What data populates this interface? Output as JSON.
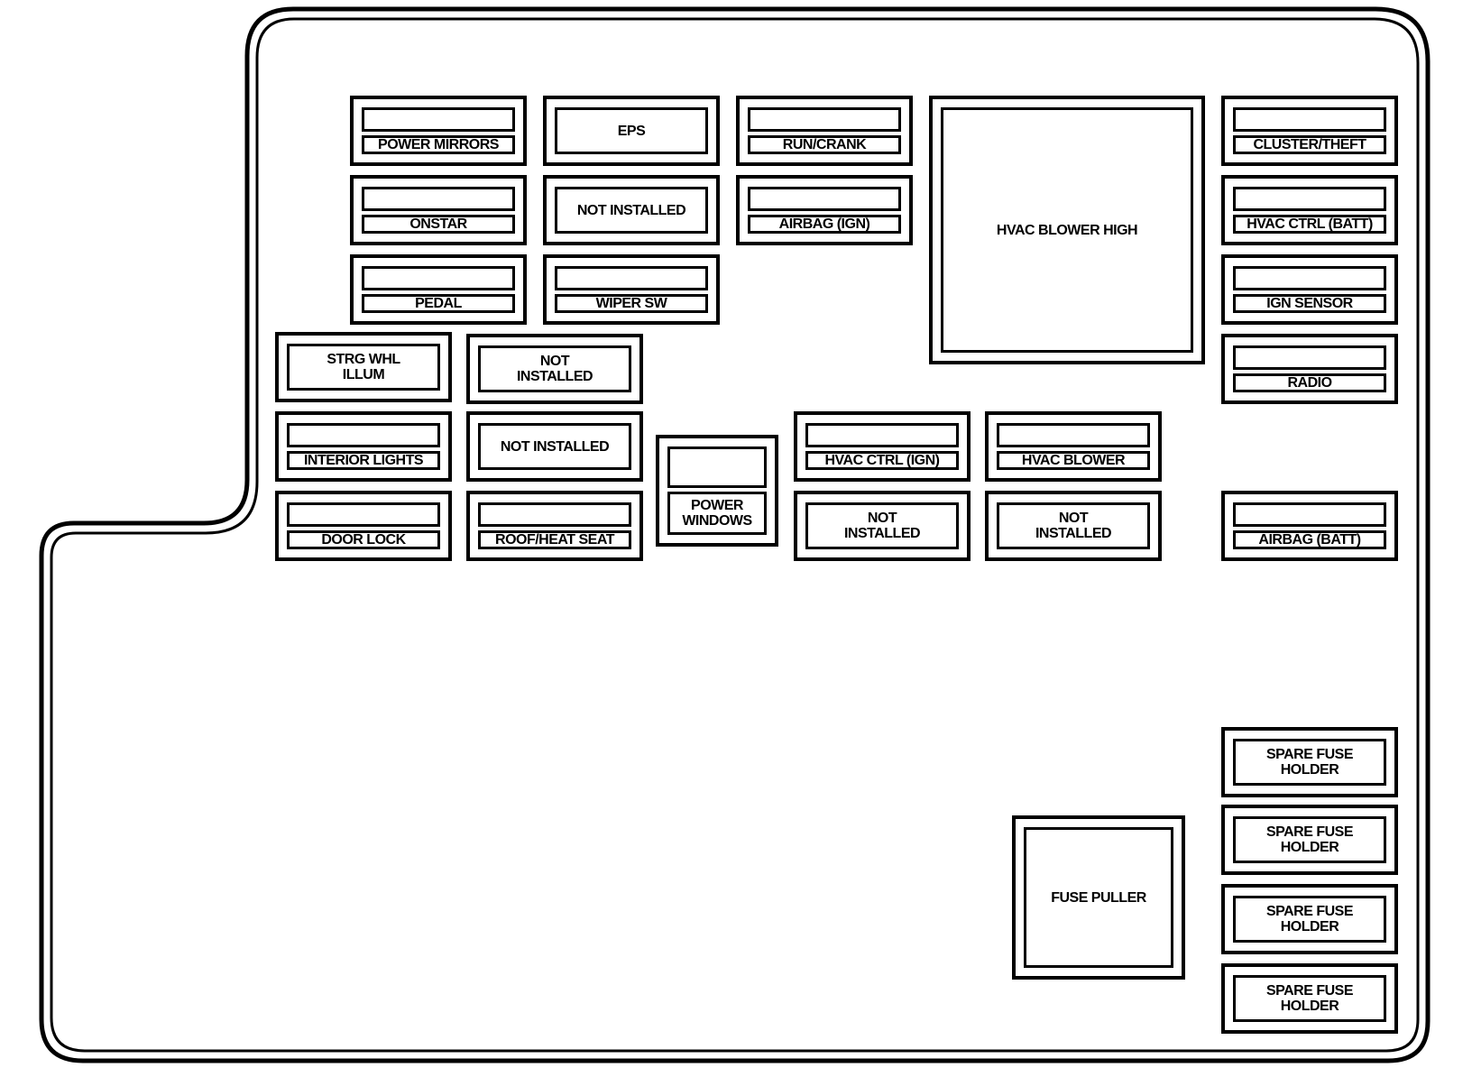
{
  "fuses": [
    {
      "label": "POWER MIRRORS",
      "style": "slot"
    },
    {
      "label": "EPS",
      "style": "single"
    },
    {
      "label": "RUN/CRANK",
      "style": "slot"
    },
    {
      "label": "HVAC BLOWER HIGH",
      "style": "single"
    },
    {
      "label": "CLUSTER/THEFT",
      "style": "slot"
    },
    {
      "label": "ONSTAR",
      "style": "slot"
    },
    {
      "label": "NOT INSTALLED",
      "style": "single"
    },
    {
      "label": "AIRBAG (IGN)",
      "style": "slot"
    },
    {
      "label": "HVAC CTRL (BATT)",
      "style": "slot"
    },
    {
      "label": "PEDAL",
      "style": "slot"
    },
    {
      "label": "WIPER SW",
      "style": "slot"
    },
    {
      "label": "IGN SENSOR",
      "style": "slot"
    },
    {
      "label": "STRG WHL\nILLUM",
      "style": "single"
    },
    {
      "label": "NOT\nINSTALLED",
      "style": "single"
    },
    {
      "label": "RADIO",
      "style": "slot"
    },
    {
      "label": "INTERIOR LIGHTS",
      "style": "slot"
    },
    {
      "label": "NOT INSTALLED",
      "style": "single"
    },
    {
      "label": "POWER\nWINDOWS",
      "style": "slot"
    },
    {
      "label": "HVAC CTRL (IGN)",
      "style": "slot"
    },
    {
      "label": "HVAC BLOWER",
      "style": "slot"
    },
    {
      "label": "DOOR LOCK",
      "style": "slot"
    },
    {
      "label": "ROOF/HEAT SEAT",
      "style": "slot"
    },
    {
      "label": "NOT\nINSTALLED",
      "style": "single"
    },
    {
      "label": "NOT\nINSTALLED",
      "style": "single"
    },
    {
      "label": "AIRBAG (BATT)",
      "style": "slot"
    },
    {
      "label": "SPARE FUSE\nHOLDER",
      "style": "single"
    },
    {
      "label": "SPARE FUSE\nHOLDER",
      "style": "single"
    },
    {
      "label": "FUSE PULLER",
      "style": "single"
    },
    {
      "label": "SPARE FUSE\nHOLDER",
      "style": "single"
    },
    {
      "label": "SPARE FUSE\nHOLDER",
      "style": "single"
    }
  ]
}
